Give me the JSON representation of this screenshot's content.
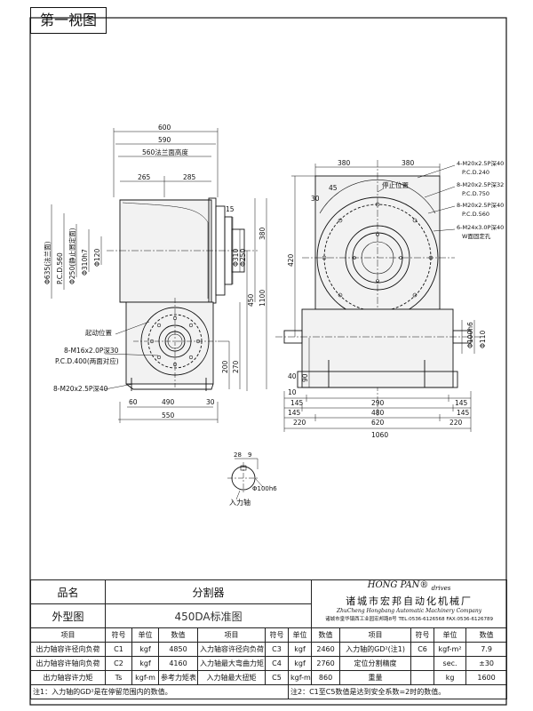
{
  "tab_title": "第一视图",
  "front_view": {
    "dims": {
      "w600": "600",
      "w590": "590",
      "flange_height": "560法兰面高度",
      "w265": "265",
      "w285": "285",
      "d15": "15",
      "d380v": "380",
      "d450": "450",
      "d1100": "1100",
      "phi310": "Φ310",
      "phi250": "Φ250",
      "phi635": "Φ635(法兰面)",
      "pcd560": "P.C.D.560",
      "phi250_stop": "Φ250(静止圆定面)",
      "phi310h7": "Φ310h7",
      "phi120": "Φ120",
      "start_pos": "起动位置",
      "bolt_a": "8-M16x2.0P深30",
      "bolt_a_pcd": "P.C.D.400(两面对应)",
      "bolt_b": "8-M20x2.5P深40",
      "d200": "200",
      "d270": "270",
      "b60": "60",
      "b490": "490",
      "b550": "550",
      "b30": "30"
    }
  },
  "side_view": {
    "dims": {
      "w380a": "380",
      "w380b": "380",
      "d30": "30",
      "d45": "45",
      "stop_pos": "停止位置",
      "note1": "4-M20x2.5P深40",
      "note1_pcd": "P.C.D.240",
      "note2": "8-M20x2.5P深32",
      "note2_pcd": "P.C.D.750",
      "note3": "8-M20x2.5P深40",
      "note3_pcd": "P.C.D.560",
      "note4": "6-M24x3.0P深40",
      "note4_sub": "W面固定孔",
      "d420": "420",
      "phi100h6": "Φ100h6",
      "phi110": "Φ110",
      "d90": "90",
      "d40": "40",
      "d10": "10",
      "row1": [
        "145",
        "290",
        "145"
      ],
      "row2": [
        "145",
        "480",
        "145"
      ],
      "row3": [
        "220",
        "620",
        "220"
      ],
      "total": "1060"
    }
  },
  "input_shaft": {
    "d28": "28",
    "d9": "9",
    "phi100h6": "Φ100h6",
    "label": "入力轴"
  },
  "title_block": {
    "product_name_label": "品名",
    "product_name": "分割器",
    "drawing_label": "外型图",
    "drawing_name": "450DA标准图",
    "brand": "HONG PAN",
    "brand_sub": "drives",
    "company_cn": "诸城市宏邦自动化机械厂",
    "company_en": "ZhuCheng Hongbang Automatic Machinery Company",
    "company_addr": "诸城市皇华镇西工业园宏邦路8号",
    "tel": "TEL:0536-6126568",
    "fax": "FAX:0536-6126789",
    "headers": [
      "项目",
      "符号",
      "单位",
      "数值",
      "项目",
      "符号",
      "单位",
      "数值",
      "项目",
      "符号",
      "单位",
      "数值"
    ],
    "rows": [
      [
        "出力轴容许径向负荷",
        "C1",
        "kgf",
        "4850",
        "入力轴容许径向负荷",
        "C3",
        "kgf",
        "2460",
        "入力轴的GD²(注1)",
        "C6",
        "kgf-m²",
        "7.9"
      ],
      [
        "出力轴容许轴向负荷",
        "C2",
        "kgf",
        "4160",
        "入力轴最大弯曲力矩",
        "C4",
        "kgf",
        "2760",
        "定位分割精度",
        "",
        "sec.",
        "±30"
      ],
      [
        "出力轴容许力矩",
        "Ts",
        "kgf-m",
        "参考力矩表",
        "入力轴最大扭矩",
        "C5",
        "kgf-m",
        "860",
        "重量",
        "",
        "kg",
        "1600"
      ]
    ],
    "note1": "注1：入力轴的GD²是在停留范围内的数值。",
    "note2": "注2：C1至C5数值是达到安全系数=2时的数值。"
  }
}
